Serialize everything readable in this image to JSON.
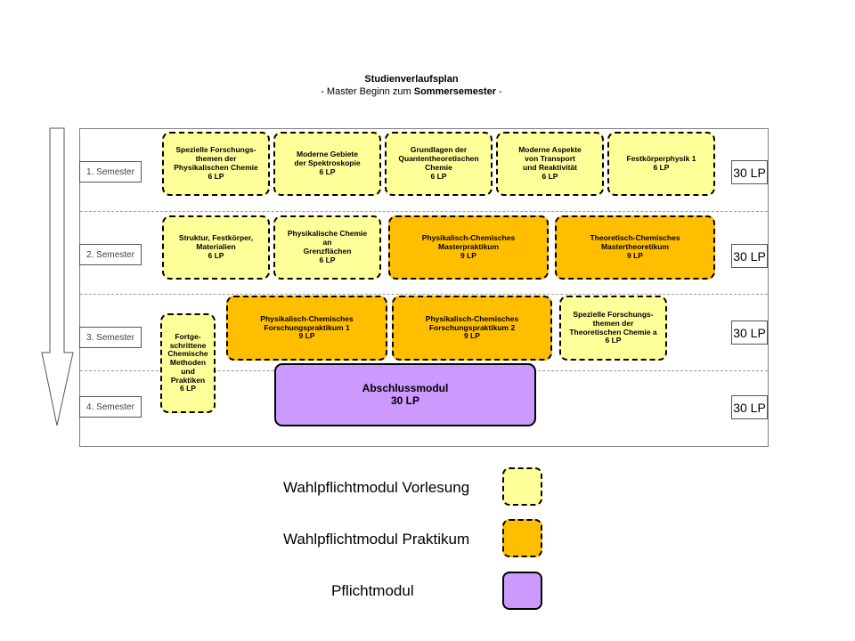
{
  "title": "Studienverlaufsplan",
  "subtitle": "- Master Beginn zum ",
  "subtitle_bold": "Sommersemester",
  "subtitle_end": " -",
  "semesters": [
    {
      "label": "1. Semester",
      "lp": "30 LP"
    },
    {
      "label": "2. Semester",
      "lp": "30 LP"
    },
    {
      "label": "3. Semester",
      "lp": "30 LP"
    },
    {
      "label": "4. Semester",
      "lp": "30 LP"
    }
  ],
  "modules": {
    "m1": [
      "Spezielle Forschungs-",
      "themen der",
      "Physikalischen Chemie",
      "6 LP"
    ],
    "m2": [
      "Moderne Gebiete",
      "der Spektroskopie",
      "6 LP"
    ],
    "m3": [
      "Grundlagen der",
      "Quantentheoretischen",
      "Chemie",
      "6 LP"
    ],
    "m4": [
      "Moderne Aspekte",
      "von Transport",
      "und Reaktivität",
      "6 LP"
    ],
    "m5": [
      "Festkörperphysik 1",
      "6 LP"
    ],
    "m6": [
      "Struktur, Festkörper,",
      "Materialien",
      "6 LP"
    ],
    "m7": [
      "Physikalische Chemie",
      "an",
      "Grenzflächen",
      "6 LP"
    ],
    "m8": [
      "Physikalisch-Chemisches",
      "Masterpraktikum",
      "9 LP"
    ],
    "m9": [
      "Theoretisch-Chemisches",
      "Mastertheoretikum",
      "9 LP"
    ],
    "m10": [
      "Fortge-",
      "schrittene",
      "Chemische",
      "Methoden",
      "und",
      "Praktiken",
      "6 LP"
    ],
    "m11": [
      "Physikalisch-Chemisches",
      "Forschungspraktikum 1",
      "9 LP"
    ],
    "m12": [
      "Physikalisch-Chemisches",
      "Forschungspraktikum 2",
      "9 LP"
    ],
    "m13": [
      "Spezielle Forschungs-",
      "themen der",
      "Theoretischen Chemie a",
      "6 LP"
    ],
    "m14": [
      "Abschlussmodul",
      "30 LP"
    ]
  },
  "legend": [
    {
      "label": "Wahlpflichtmodul Vorlesung",
      "color": "#ffff99"
    },
    {
      "label": "Wahlpflichtmodul Praktikum",
      "color": "#ffbf00"
    },
    {
      "label": "Pflichtmodul",
      "color": "#cc99ff"
    }
  ]
}
